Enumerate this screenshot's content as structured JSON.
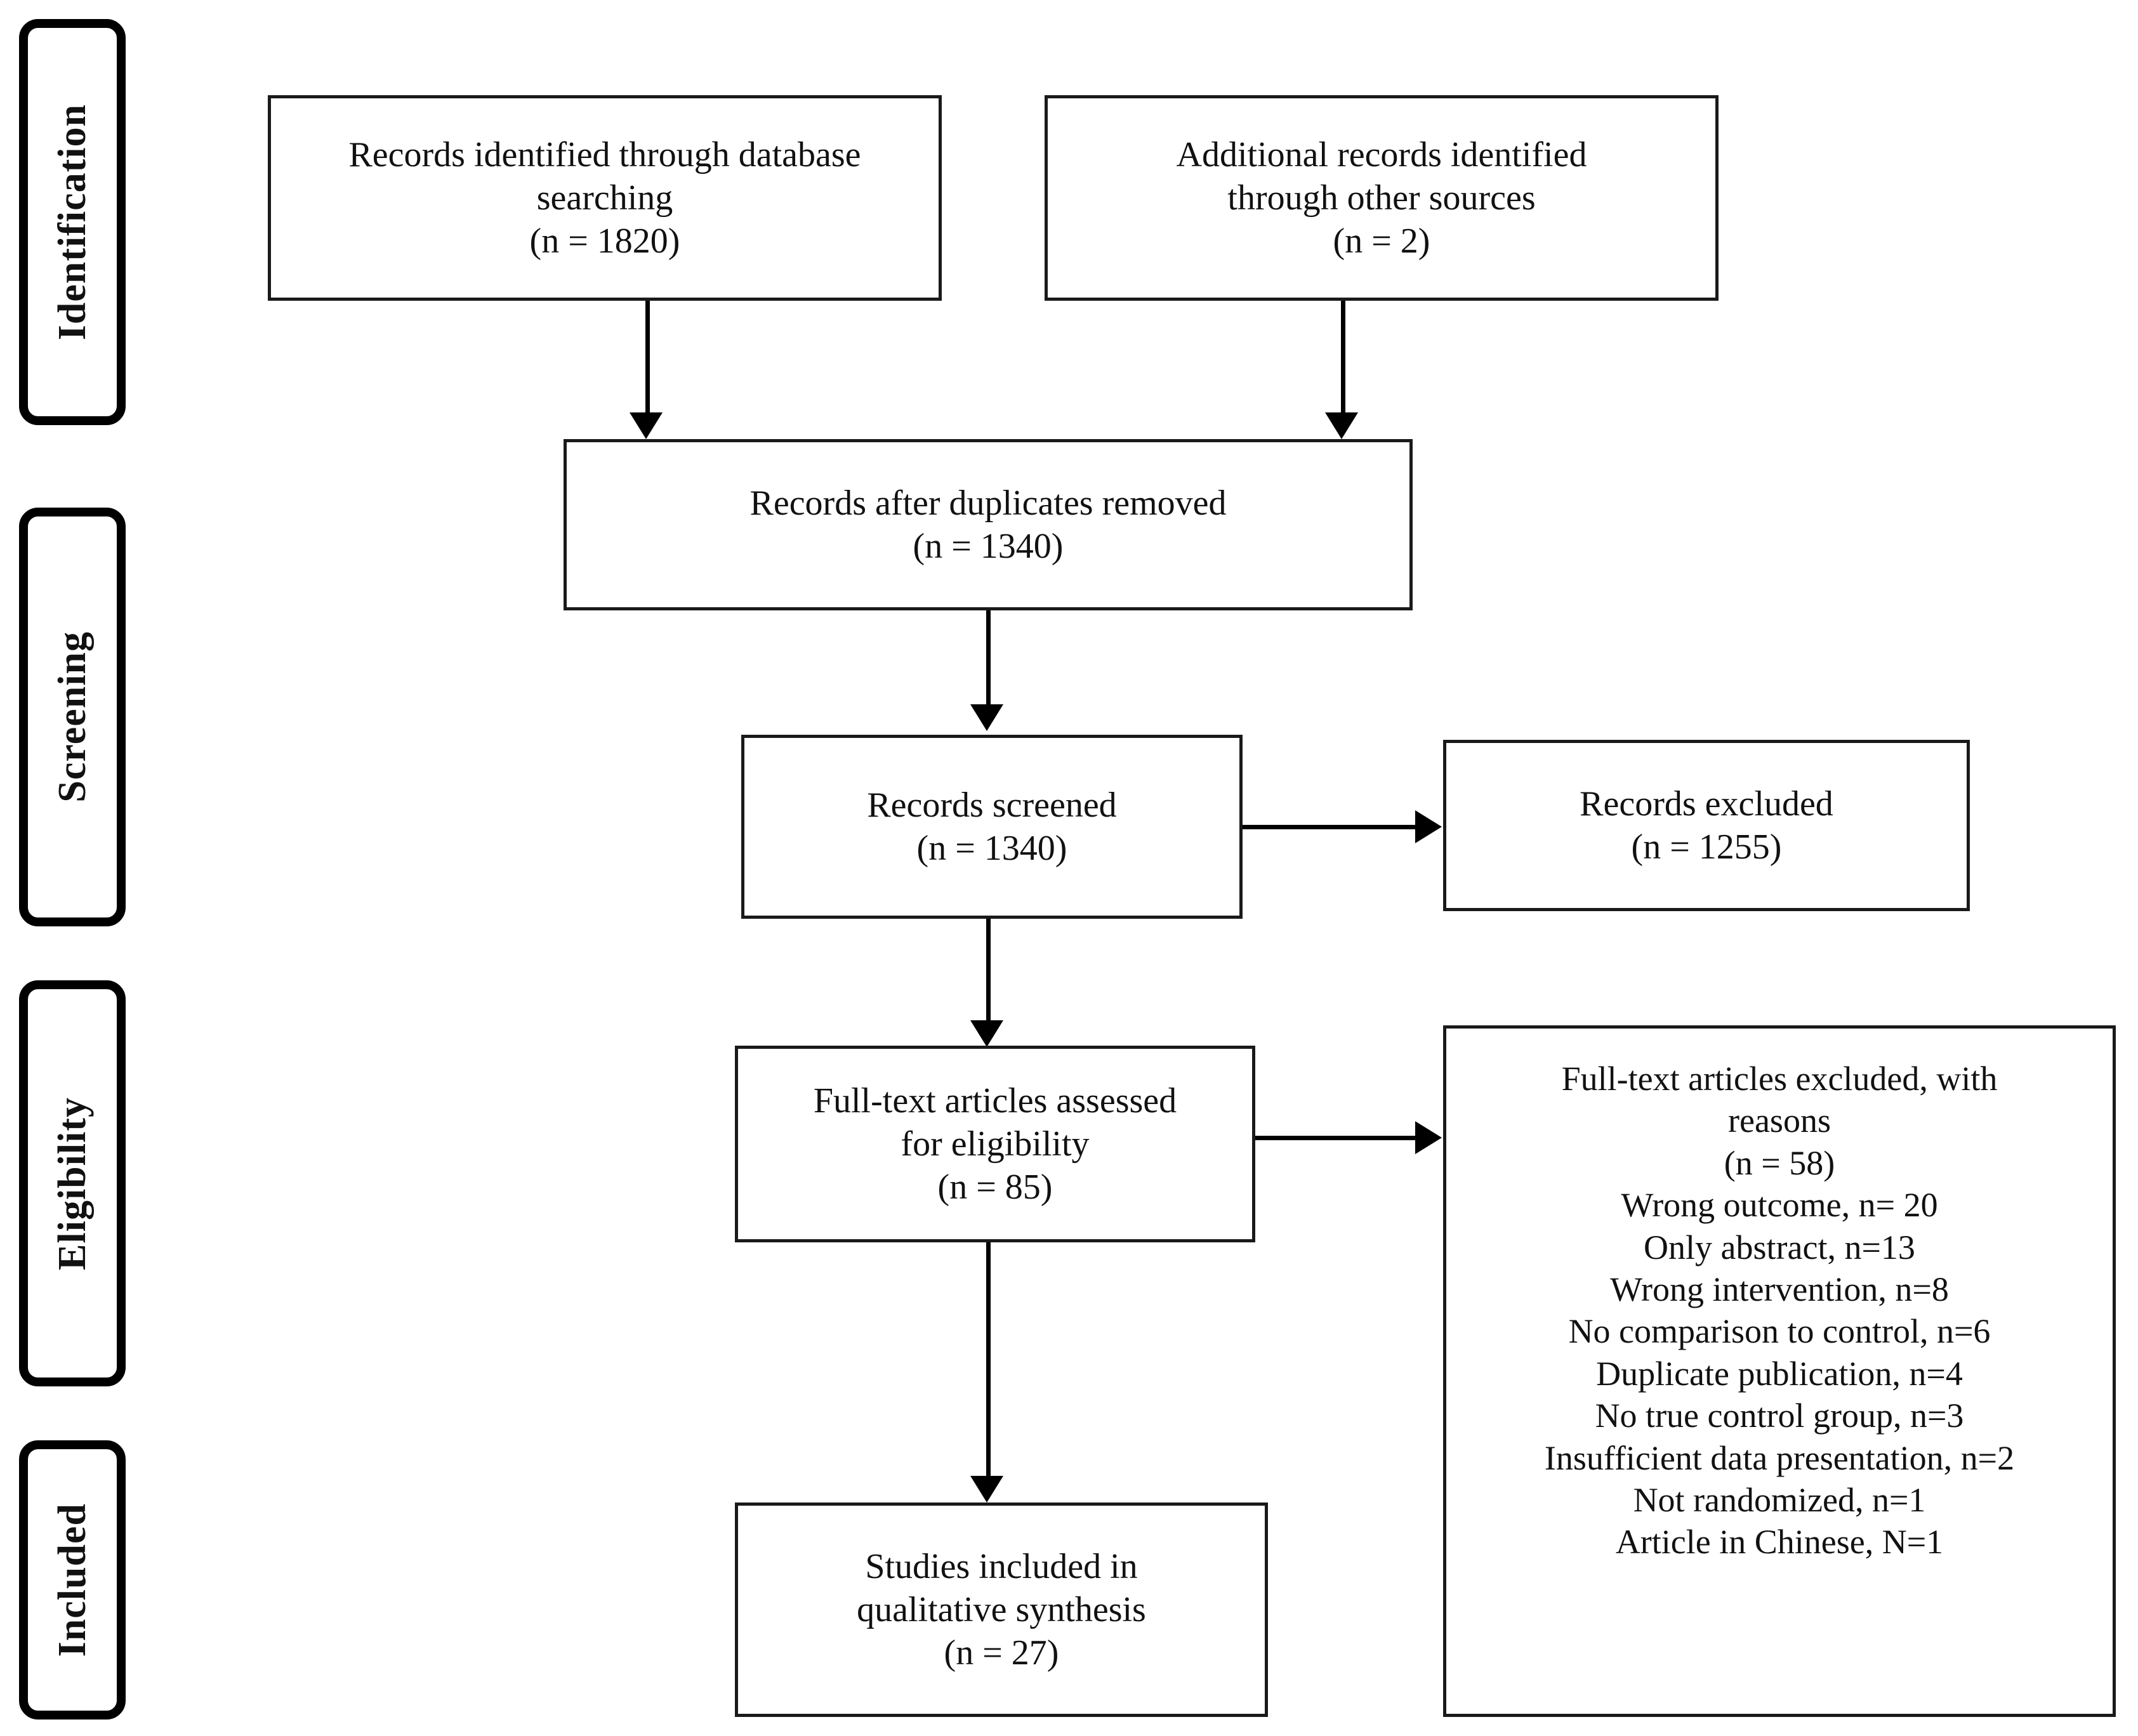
{
  "diagram": {
    "type": "prisma-flow-diagram",
    "stages": [
      {
        "id": "identification",
        "label": "Identification"
      },
      {
        "id": "screening",
        "label": "Screening"
      },
      {
        "id": "eligibility",
        "label": "Eligibility"
      },
      {
        "id": "included",
        "label": "Included"
      }
    ],
    "boxes": {
      "database_records": {
        "text": "Records identified through database\nsearching\n(n = 1820)",
        "n": 1820
      },
      "other_records": {
        "text": "Additional records identified\nthrough other sources\n(n = 2)",
        "n": 2
      },
      "duplicates_removed": {
        "text": "Records after duplicates removed\n(n = 1340)",
        "n": 1340
      },
      "records_screened": {
        "text": "Records screened\n(n = 1340)",
        "n": 1340
      },
      "records_excluded": {
        "text": "Records excluded\n(n = 1255)",
        "n": 1255
      },
      "fulltext_assessed": {
        "text": "Full-text articles assessed\nfor eligibility\n(n = 85)",
        "n": 85
      },
      "fulltext_excluded": {
        "text": "Full-text articles excluded, with\nreasons\n(n =  58)\nWrong outcome, n= 20\nOnly abstract, n=13\nWrong intervention, n=8\nNo comparison to control, n=6\nDuplicate publication, n=4\nNo true control group, n=3\nInsufficient data presentation, n=2\nNot randomized, n=1\nArticle in Chinese, N=1",
        "n": 58,
        "reasons": [
          {
            "label": "Wrong outcome",
            "count": 20
          },
          {
            "label": "Only abstract",
            "count": 13
          },
          {
            "label": "Wrong intervention",
            "count": 8
          },
          {
            "label": "No comparison to control",
            "count": 6
          },
          {
            "label": "Duplicate publication",
            "count": 4
          },
          {
            "label": "No true control group",
            "count": 3
          },
          {
            "label": "Insufficient data presentation",
            "count": 2
          },
          {
            "label": "Not randomized",
            "count": 1
          },
          {
            "label": "Article in Chinese",
            "count": 1
          }
        ]
      },
      "studies_included": {
        "text": "Studies included in\nqualitative synthesis\n(n = 27)",
        "n": 27
      }
    },
    "colors": {
      "border": "#1a1a1a",
      "connector": "#000000",
      "background": "#ffffff",
      "text": "#111111"
    }
  }
}
